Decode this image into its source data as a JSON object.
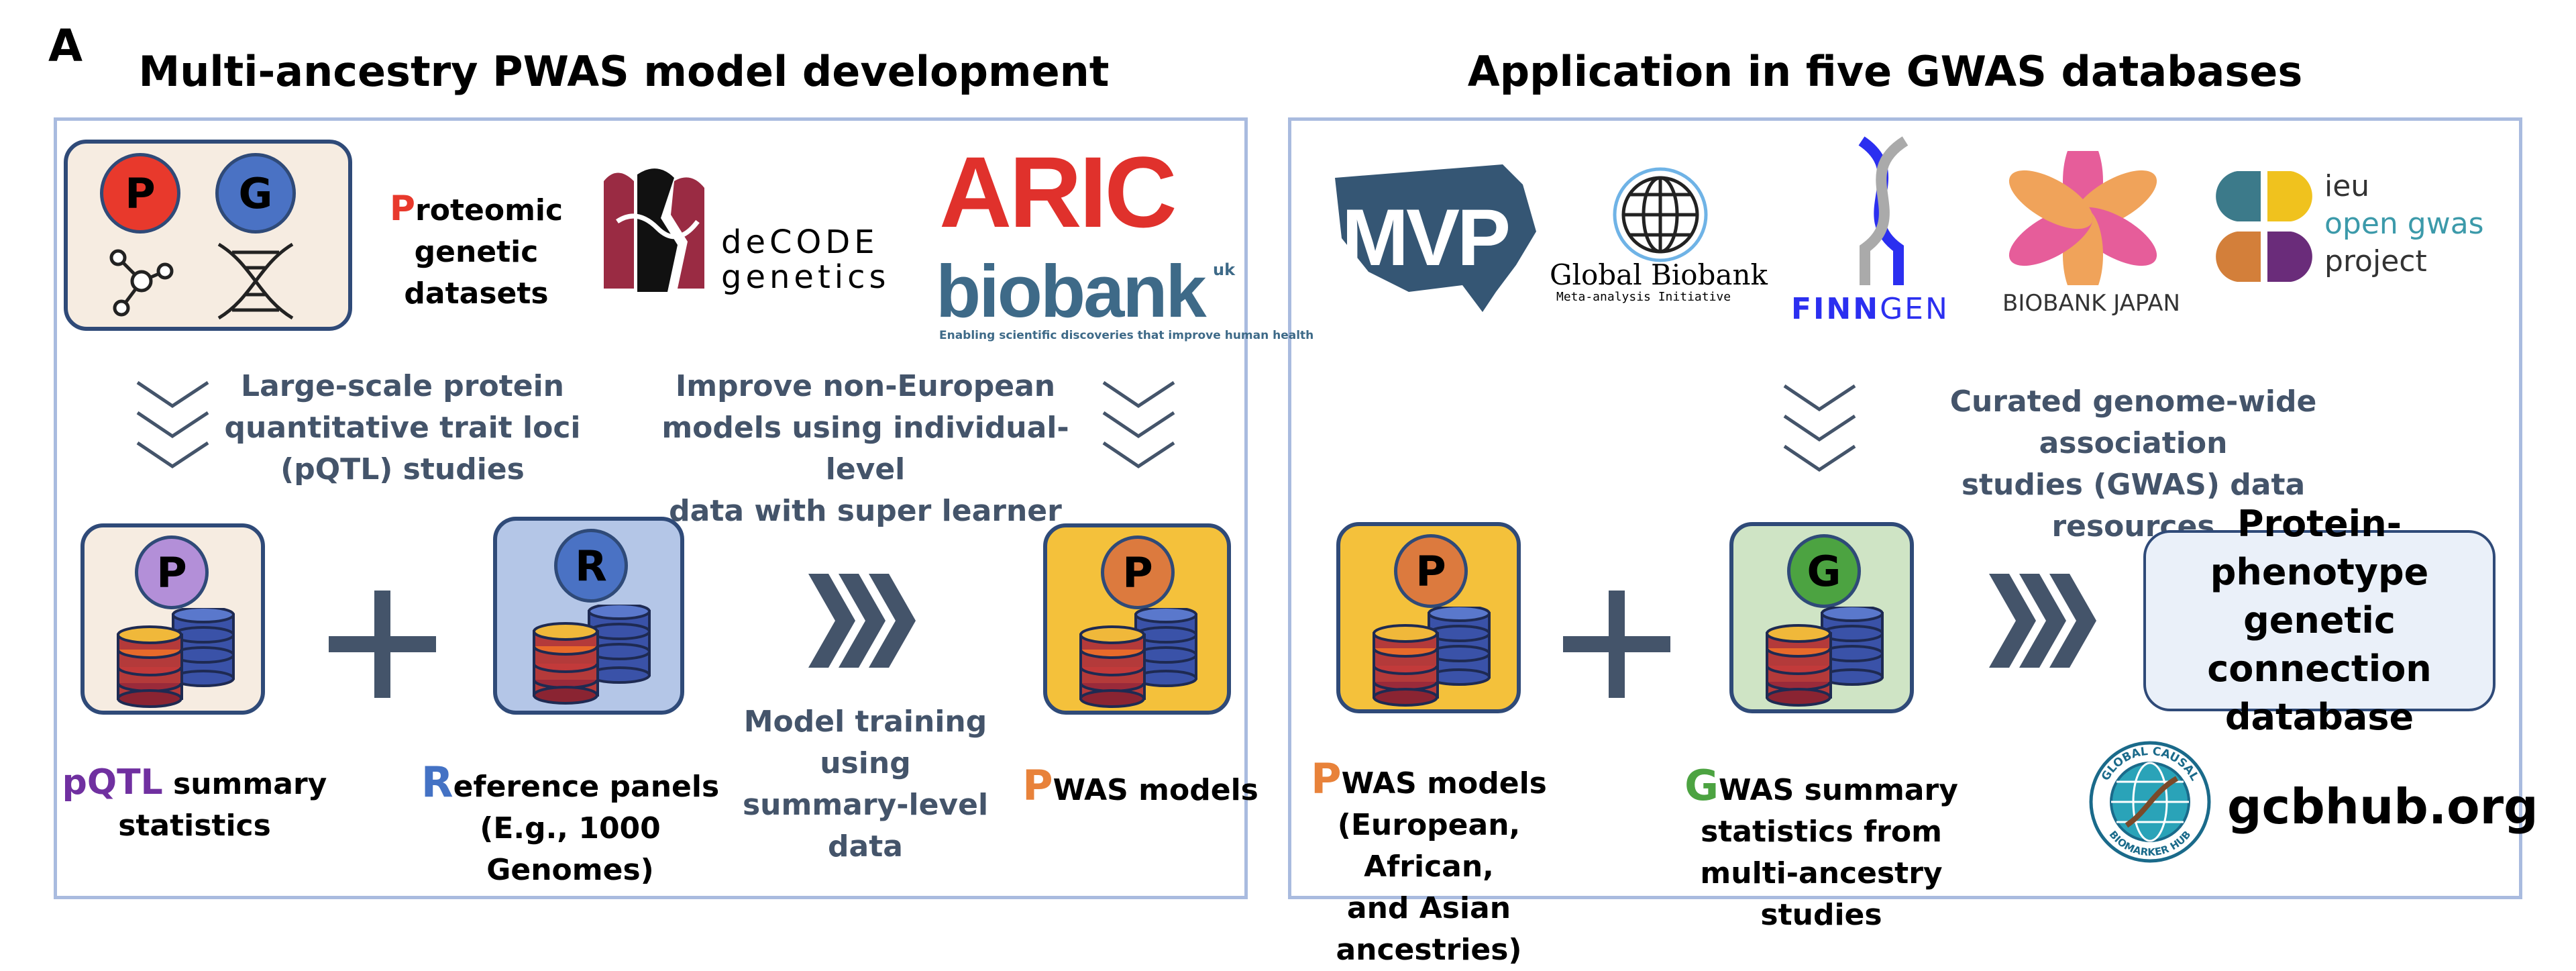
{
  "panel_letter": "A",
  "left": {
    "title": "Multi-ancestry PWAS model development",
    "source_badges": [
      "P",
      "G"
    ],
    "proteomic_first": "P",
    "proteomic_rest": "roteomic",
    "proteomic_line2": "genetic datasets",
    "decode_line1": "deCODE",
    "decode_line2": "genetics",
    "aric": "ARIC",
    "biobank": "biobank",
    "biobank_sup": "uk",
    "biobank_tagline": "Enabling scientific discoveries that improve human health",
    "pqtl_text": [
      "Large-scale protein",
      "quantitative trait loci",
      "(pQTL) studies"
    ],
    "improve_text": [
      "Improve non-European",
      "models using individual-level",
      "data with super learner"
    ],
    "db1_badge": "P",
    "ref_badge": "R",
    "pwas_badge": "P",
    "training_text": [
      "Model training using",
      "summary-level data"
    ],
    "pqtl_caption_colored": "pQTL",
    "pqtl_caption_rest": " summary",
    "pqtl_caption_line2": "statistics",
    "ref_caption_first": "R",
    "ref_caption_rest": "eference panels",
    "ref_caption_line2": "(E.g., 1000 Genomes)",
    "pwas_caption_first": "P",
    "pwas_caption_rest": "WAS models"
  },
  "right": {
    "title": "Application in five GWAS databases",
    "mvp": "MVP",
    "global_biobank": "Global Biobank",
    "global_biobank_sub": "Meta-analysis Initiative",
    "finngen_a": "FINN",
    "finngen_b": "GEN",
    "biobank_japan": "BIOBANK JAPAN",
    "ieu": [
      "ieu",
      "open gwas",
      "project"
    ],
    "curated_text": [
      "Curated genome-wide association",
      "studies (GWAS) data resources"
    ],
    "pwas_badge": "P",
    "gwas_badge": "G",
    "result_box": [
      "Protein-phenotype",
      "genetic connection",
      "database"
    ],
    "pwas_caption_first": "P",
    "pwas_caption_rest": "WAS models",
    "pwas_caption_lines": [
      "(European, African,",
      "and Asian ancestries)"
    ],
    "gwas_caption_first": "G",
    "gwas_caption_rest": "WAS summary",
    "gwas_caption_lines": [
      "statistics from",
      "multi-ancestry studies"
    ],
    "hub_ring_top": "GLOBAL CAUSAL",
    "hub_ring_bottom": "BIOMARKER HUB",
    "url": "gcbhub.org"
  },
  "colors": {
    "panel_border": "#a9bbdf",
    "box_border": "#2f4a78",
    "gray_text": "#44546a",
    "badge_p_red": "#e8392c",
    "badge_g_blue": "#4a72c4",
    "badge_p_purple": "#b38fd8",
    "badge_r_blue": "#4a72c4",
    "badge_p_orange": "#dc7a3e",
    "badge_g_green": "#4ca341",
    "box_cream": "#f6ece1",
    "box_blue": "#b4c6e7",
    "box_yellow": "#f4c13b",
    "box_green": "#cfe4c5",
    "pqtl_purple": "#7030a0",
    "reference_blue": "#4472c4",
    "pwas_orange": "#e8823a",
    "gwas_green": "#4ca341",
    "aric_red": "#e0312c"
  }
}
